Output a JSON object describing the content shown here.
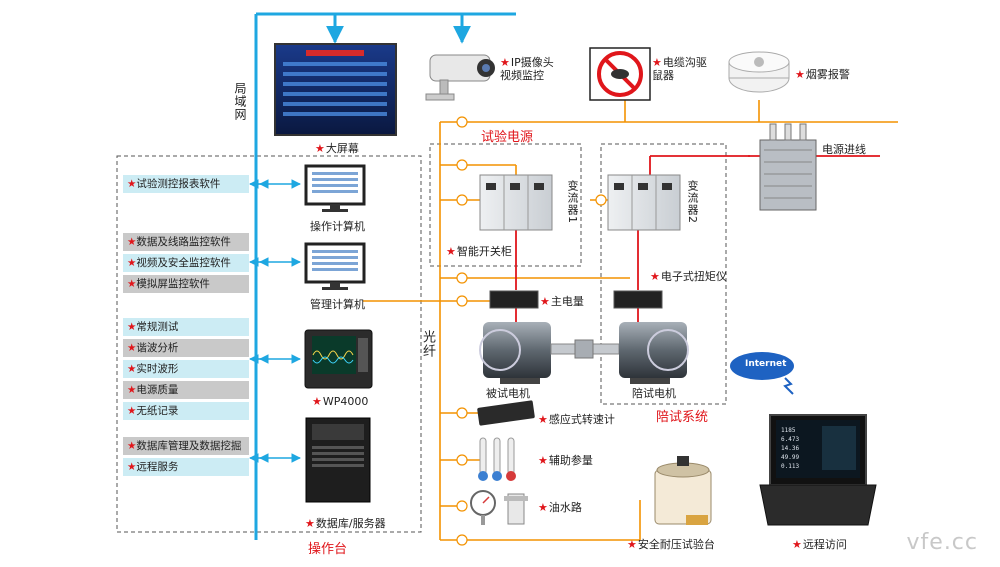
{
  "title_lan": "局域网",
  "title_fiber": "光纤",
  "labels": {
    "bigscreen": "大屏幕",
    "ipcam": "IP摄像头\n视频监控",
    "rodent": "电缆沟驱\n鼠器",
    "smoke": "烟雾报警",
    "power_in": "电源进线",
    "test_power": "试验电源",
    "smart_cabinet": "智能开关柜",
    "converter1": "变流器1",
    "converter2": "变流器2",
    "main_meter": "主电量",
    "torque": "电子式扭矩仪",
    "motor_test": "被试电机",
    "motor_acc": "陪试电机",
    "acc_system": "陪试系统",
    "speed": "感应式转速计",
    "aux": "辅助参量",
    "oil": "油水路",
    "hv_test": "安全耐压试验台",
    "remote": "远程访问",
    "op_pc": "操作计算机",
    "mgmt_pc": "管理计算机",
    "wp4000": "WP4000",
    "db_server": "数据库/服务器",
    "console": "操作台",
    "internet": "Internet"
  },
  "software_groups": [
    {
      "items": [
        {
          "text": "试验测控报表软件",
          "bg": "cyan"
        }
      ]
    },
    {
      "items": [
        {
          "text": "数据及线路监控软件",
          "bg": "gray"
        },
        {
          "text": "视频及安全监控软件",
          "bg": "cyan"
        },
        {
          "text": "模拟屏监控软件",
          "bg": "gray"
        }
      ]
    },
    {
      "items": [
        {
          "text": "常规测试",
          "bg": "cyan"
        },
        {
          "text": "谐波分析",
          "bg": "gray"
        },
        {
          "text": "实时波形",
          "bg": "cyan"
        },
        {
          "text": "电源质量",
          "bg": "gray"
        },
        {
          "text": "无纸记录",
          "bg": "cyan"
        }
      ]
    },
    {
      "items": [
        {
          "text": "数据库管理及数据挖掘",
          "bg": "gray"
        },
        {
          "text": "远程服务",
          "bg": "cyan"
        }
      ]
    }
  ],
  "watermark": "vfe.cc",
  "colors": {
    "lan": "#1ea7e1",
    "power": "#f39200",
    "signal": "#e0161b",
    "dash": "#555555",
    "accent": "#e0161b"
  }
}
